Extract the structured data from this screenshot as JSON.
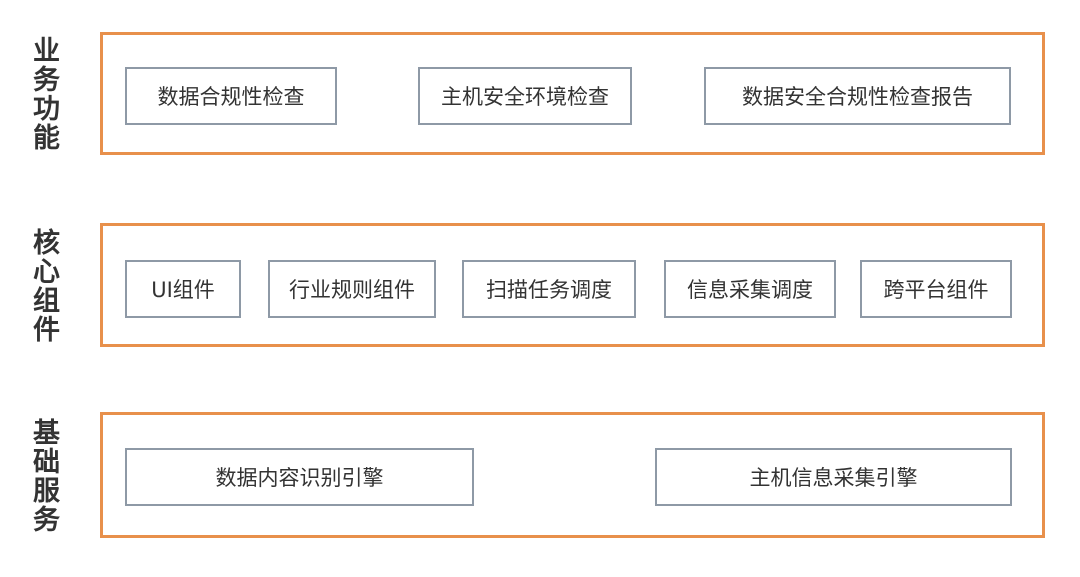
{
  "colors": {
    "frame": "#E8904B",
    "module_border": "#8E99A6",
    "text": "#333333"
  },
  "layers": {
    "business": {
      "label": "业务功能",
      "modules": [
        "数据合规性检查",
        "主机安全环境检查",
        "数据安全合规性检查报告"
      ]
    },
    "core": {
      "label": "核心组件",
      "modules": [
        "UI组件",
        "行业规则组件",
        "扫描任务调度",
        "信息采集调度",
        "跨平台组件"
      ]
    },
    "foundation": {
      "label": "基础服务",
      "modules": [
        "数据内容识别引擎",
        "主机信息采集引擎"
      ]
    }
  }
}
